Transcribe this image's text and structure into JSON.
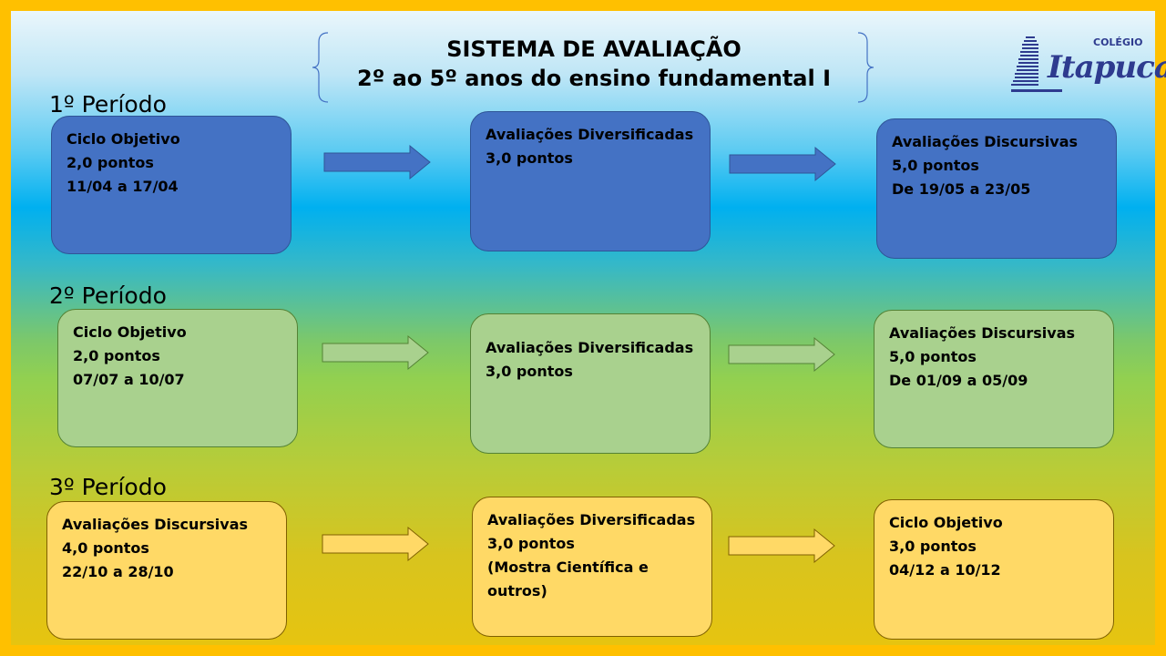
{
  "header": {
    "title_line1": "SISTEMA DE AVALIAÇÃO",
    "title_line2": "2º ao 5º anos do ensino fundamental I"
  },
  "logo": {
    "top_text": "COLÉGIO",
    "word": "Itapuca"
  },
  "colors": {
    "border": "#ffc000",
    "blue": "#4472c4",
    "green": "#a9d18e",
    "yellow": "#ffd966"
  },
  "periods": [
    {
      "label": "1º Período",
      "color": "blue",
      "boxes": [
        {
          "lines": [
            "Ciclo Objetivo",
            "2,0 pontos",
            "11/04 a 17/04"
          ]
        },
        {
          "lines": [
            "Avaliações Diversificadas",
            "3,0 pontos"
          ]
        },
        {
          "lines": [
            "Avaliações Discursivas",
            "5,0 pontos",
            "De 19/05 a 23/05"
          ]
        }
      ]
    },
    {
      "label": "2º Período",
      "color": "green",
      "boxes": [
        {
          "lines": [
            "Ciclo Objetivo",
            "2,0 pontos",
            "07/07 a 10/07"
          ]
        },
        {
          "lines": [
            "Avaliações Diversificadas",
            "3,0 pontos"
          ]
        },
        {
          "lines": [
            "Avaliações Discursivas",
            "5,0 pontos",
            "De 01/09 a 05/09"
          ]
        }
      ]
    },
    {
      "label": "3º Período",
      "color": "yellow",
      "boxes": [
        {
          "lines": [
            "Avaliações Discursivas",
            "4,0 pontos",
            "22/10 a 28/10"
          ]
        },
        {
          "lines": [
            "Avaliações Diversificadas",
            "3,0 pontos",
            "(Mostra Científica e",
            "outros)"
          ]
        },
        {
          "lines": [
            "Ciclo Objetivo",
            "3,0 pontos",
            "04/12 a 10/12"
          ]
        }
      ]
    }
  ]
}
